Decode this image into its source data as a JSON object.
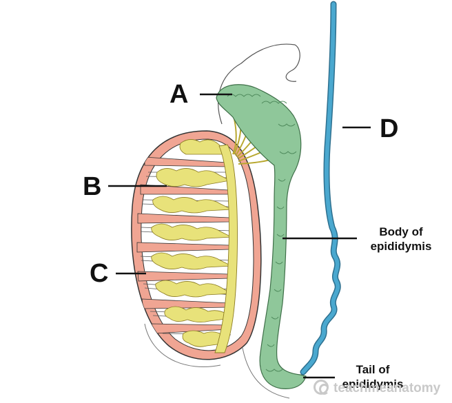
{
  "labels": {
    "a": "A",
    "b": "B",
    "c": "C",
    "d": "D",
    "body_line1": "Body of",
    "body_line2": "epididymis",
    "tail_line1": "Tail of",
    "tail_line2": "epididymis"
  },
  "watermark": "teachmeanatomy",
  "colors": {
    "epididymis": "#8fc79a",
    "vas_deferens": "#4aa8cf",
    "lobules": "#e8e27a",
    "septa": "#f0a593",
    "tunica": "#e9897a",
    "outline": "#333333"
  }
}
